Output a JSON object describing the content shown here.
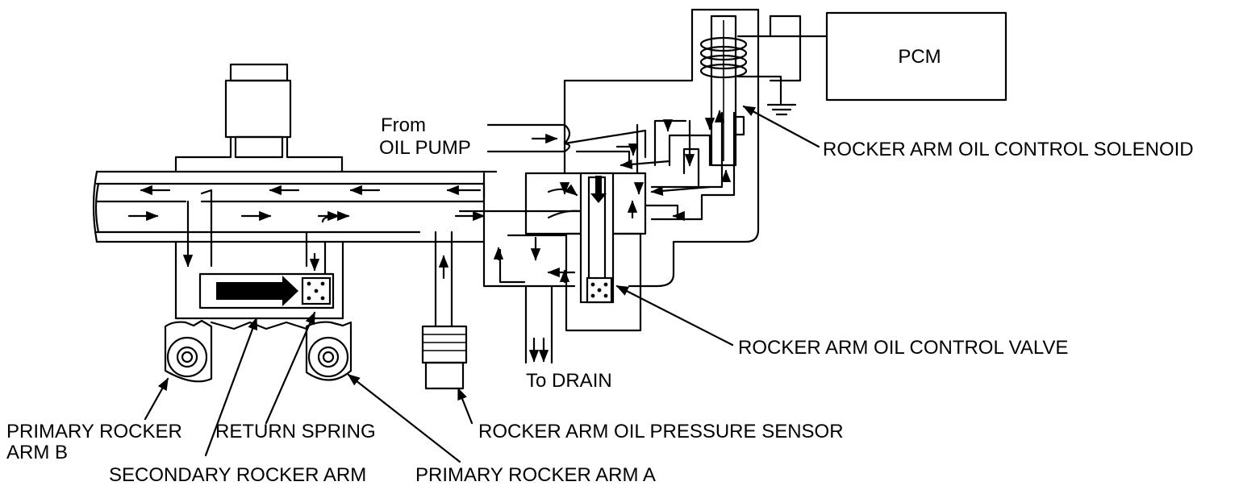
{
  "labels": {
    "pcm": "PCM",
    "from_line1": "From",
    "from_line2": "OIL PUMP",
    "solenoid": "ROCKER ARM OIL CONTROL SOLENOID",
    "valve": "ROCKER ARM OIL CONTROL VALVE",
    "drain": "To DRAIN",
    "primary_b_line1": "PRIMARY ROCKER",
    "primary_b_line2": "ARM B",
    "return_spring": "RETURN SPRING",
    "pressure_sensor": "ROCKER ARM OIL PRESSURE SENSOR",
    "secondary": "SECONDARY ROCKER ARM",
    "primary_a": "PRIMARY ROCKER ARM A"
  }
}
